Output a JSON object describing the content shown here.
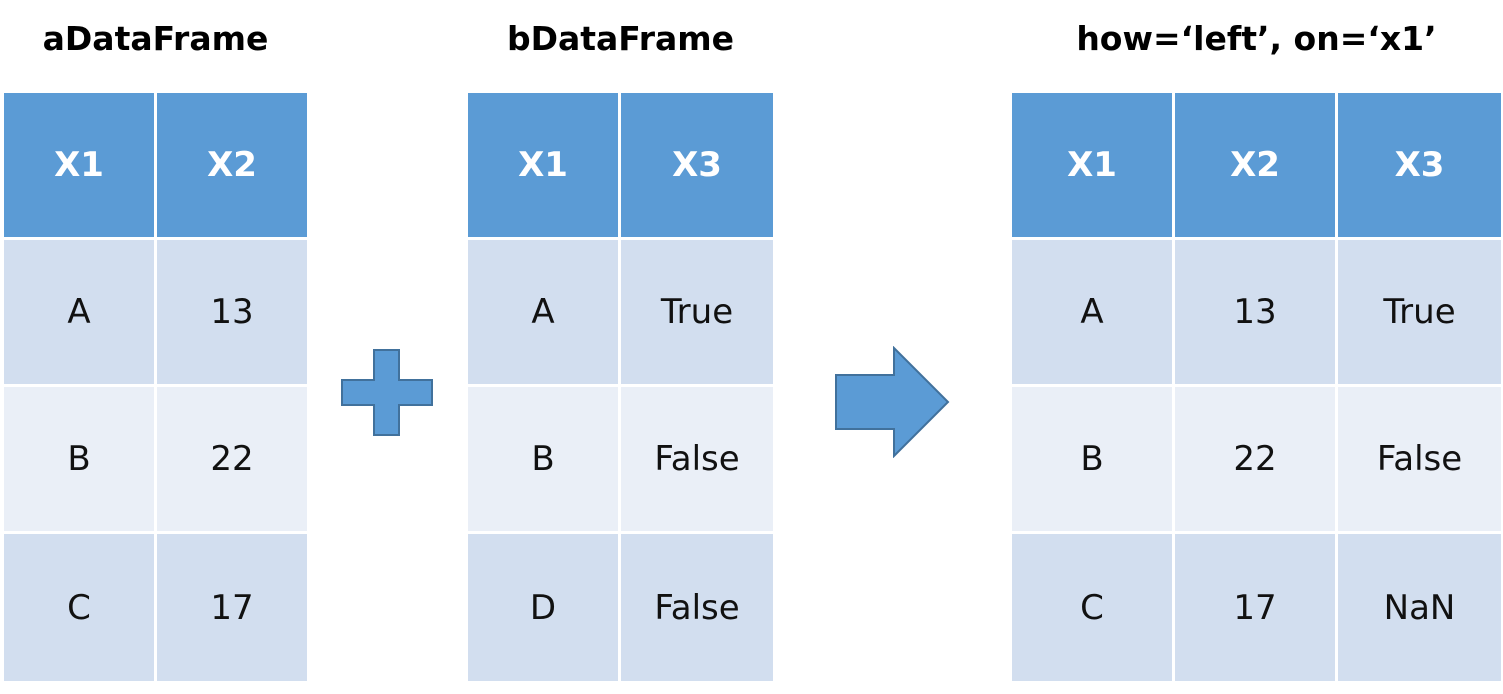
{
  "colors": {
    "header_bg": "#5b9bd5",
    "row_odd_bg": "#d2deef",
    "row_even_bg": "#eaeff7",
    "shape_fill": "#5b9bd5",
    "shape_stroke": "#41719c"
  },
  "icons": {
    "plus": "plus-icon",
    "arrow": "right-arrow-icon"
  },
  "tables": {
    "a": {
      "title": "aDataFrame",
      "headers": [
        "X1",
        "X2"
      ],
      "rows": [
        [
          "A",
          "13"
        ],
        [
          "B",
          "22"
        ],
        [
          "C",
          "17"
        ]
      ]
    },
    "b": {
      "title": "bDataFrame",
      "headers": [
        "X1",
        "X3"
      ],
      "rows": [
        [
          "A",
          "True"
        ],
        [
          "B",
          "False"
        ],
        [
          "D",
          "False"
        ]
      ]
    },
    "result": {
      "title": "how=‘left’, on=‘x1’",
      "headers": [
        "X1",
        "X2",
        "X3"
      ],
      "rows": [
        [
          "A",
          "13",
          "True"
        ],
        [
          "B",
          "22",
          "False"
        ],
        [
          "C",
          "17",
          "NaN"
        ]
      ]
    }
  }
}
